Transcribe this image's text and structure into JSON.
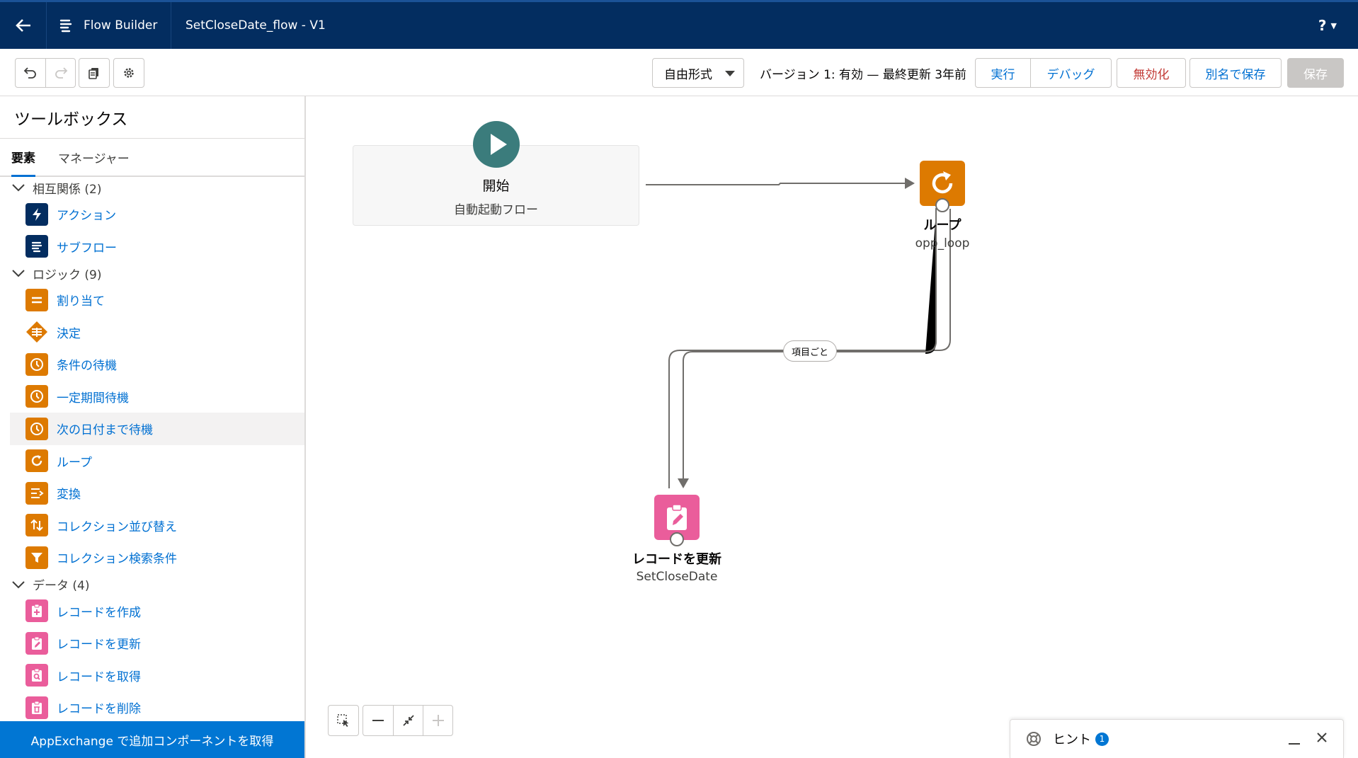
{
  "header": {
    "app_name": "Flow Builder",
    "flow_name": "SetCloseDate_flow - V1",
    "help_label": "?"
  },
  "toolbar": {
    "layout_mode": "自由形式",
    "version_status": "バージョン 1: 有効 — 最終更新 3年前",
    "run_label": "実行",
    "debug_label": "デバッグ",
    "deactivate_label": "無効化",
    "save_as_label": "別名で保存",
    "save_label": "保存"
  },
  "sidebar": {
    "title": "ツールボックス",
    "tabs": [
      "要素",
      "マネージャー"
    ],
    "sections": [
      {
        "label": "相互関係 (2)",
        "items": [
          "アクション",
          "サブフロー"
        ]
      },
      {
        "label": "ロジック (9)",
        "items": [
          "割り当て",
          "決定",
          "条件の待機",
          "一定期間待機",
          "次の日付まで待機",
          "ループ",
          "変換",
          "コレクション並び替え",
          "コレクション検索条件"
        ]
      },
      {
        "label": "データ (4)",
        "items": [
          "レコードを作成",
          "レコードを更新",
          "レコードを取得",
          "レコードを削除"
        ]
      }
    ],
    "appexchange_label": "AppExchange で追加コンポーネントを取得"
  },
  "canvas": {
    "start": {
      "label": "開始",
      "subtitle": "自動起動フロー"
    },
    "loop": {
      "label": "ループ",
      "api_name": "opp_loop"
    },
    "update": {
      "label": "レコードを更新",
      "api_name": "SetCloseDate"
    },
    "connector_label": "項目ごと"
  },
  "hint": {
    "label": "ヒント",
    "count": "1"
  },
  "colors": {
    "header_bg": "#032d60",
    "brand_blue": "#0176d3",
    "logic_orange": "#dd7a01",
    "data_pink": "#ea5d9b",
    "start_teal": "#3b7c7c",
    "deactivate_red": "#c23934"
  }
}
